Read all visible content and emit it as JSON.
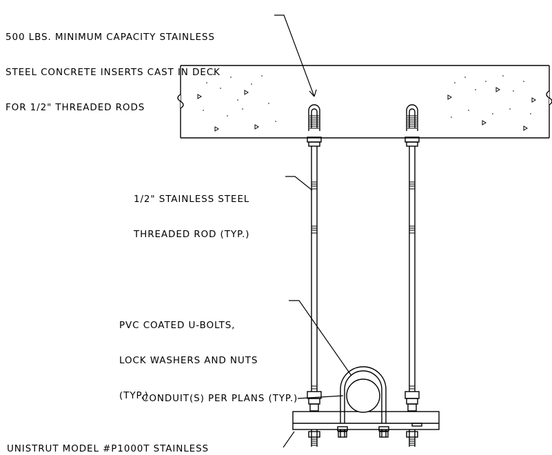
{
  "notes": {
    "inserts": [
      "500 LBS. MINIMUM CAPACITY STAINLESS",
      "STEEL CONCRETE INSERTS CAST IN DECK",
      "FOR 1/2\" THREADED RODS"
    ],
    "rod": [
      "1/2\" STAINLESS STEEL",
      "THREADED ROD (TYP.)"
    ],
    "ubolts": [
      "PVC COATED U-BOLTS,",
      "LOCK WASHERS AND NUTS",
      "(TYP.)"
    ],
    "conduit": "CONDUIT(S) PER PLANS (TYP.)",
    "unistrut": "UNISTRUT MODEL #P1000T STAINLESS"
  }
}
